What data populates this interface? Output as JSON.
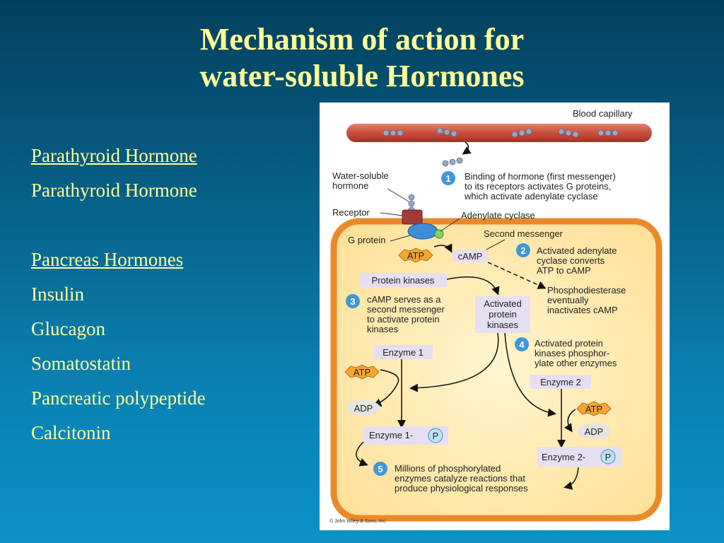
{
  "slide": {
    "title_line1": "Mechanism of action for",
    "title_line2": "water-soluble Hormones",
    "sections": [
      {
        "heading": "Parathyroid Hormone",
        "items": [
          "Parathyroid Hormone"
        ]
      },
      {
        "heading": "Pancreas Hormones",
        "items": [
          "Insulin",
          "Glucagon",
          "Somatostatin",
          "Pancreatic polypeptide",
          "Calcitonin"
        ]
      }
    ]
  },
  "colors": {
    "title_text": "#ffff99",
    "capillary": "#c7503d",
    "cell_border": "#e98a2a",
    "cell_fill": "#ffe7a8",
    "step_circle": "#3e97d8",
    "atp_star": "#f6a531",
    "label_box": "#e6dff2"
  },
  "diagram": {
    "blood_capillary": "Blood capillary",
    "water_soluble_hormone": [
      "Water-soluble",
      "hormone"
    ],
    "receptor": "Receptor",
    "adenylate_cyclase": "Adenylate cyclase",
    "g_protein": "G protein",
    "second_messenger": "Second messenger",
    "atp": "ATP",
    "camp": "cAMP",
    "protein_kinases": "Protein kinases",
    "activated_protein_kinases": [
      "Activated",
      "protein",
      "kinases"
    ],
    "phosphodiesterase": [
      "Phosphodiesterase",
      "eventually",
      "inactivates cAMP"
    ],
    "enzyme1": "Enzyme 1",
    "enzyme2": "Enzyme 2",
    "adp": "ADP",
    "enzyme1_p": "Enzyme 1-",
    "enzyme2_p": "Enzyme 2-",
    "p": "P",
    "copyright": "© John Wiley & Sons, Inc.",
    "steps": [
      {
        "num": "1",
        "lines": [
          "Binding of hormone (first messenger)",
          "to its receptors activates G proteins,",
          "which activate adenylate cyclase"
        ]
      },
      {
        "num": "2",
        "lines": [
          "Activated adenylate",
          "cyclase converts",
          "ATP to cAMP"
        ]
      },
      {
        "num": "3",
        "lines": [
          "cAMP serves as a",
          "second messenger",
          "to activate protein",
          "kinases"
        ]
      },
      {
        "num": "4",
        "lines": [
          "Activated protein",
          "kinases phosphor-",
          "ylate other enzymes"
        ]
      },
      {
        "num": "5",
        "lines": [
          "Millions of phosphorylated",
          "enzymes catalyze reactions that",
          "produce physiological responses"
        ]
      }
    ]
  }
}
